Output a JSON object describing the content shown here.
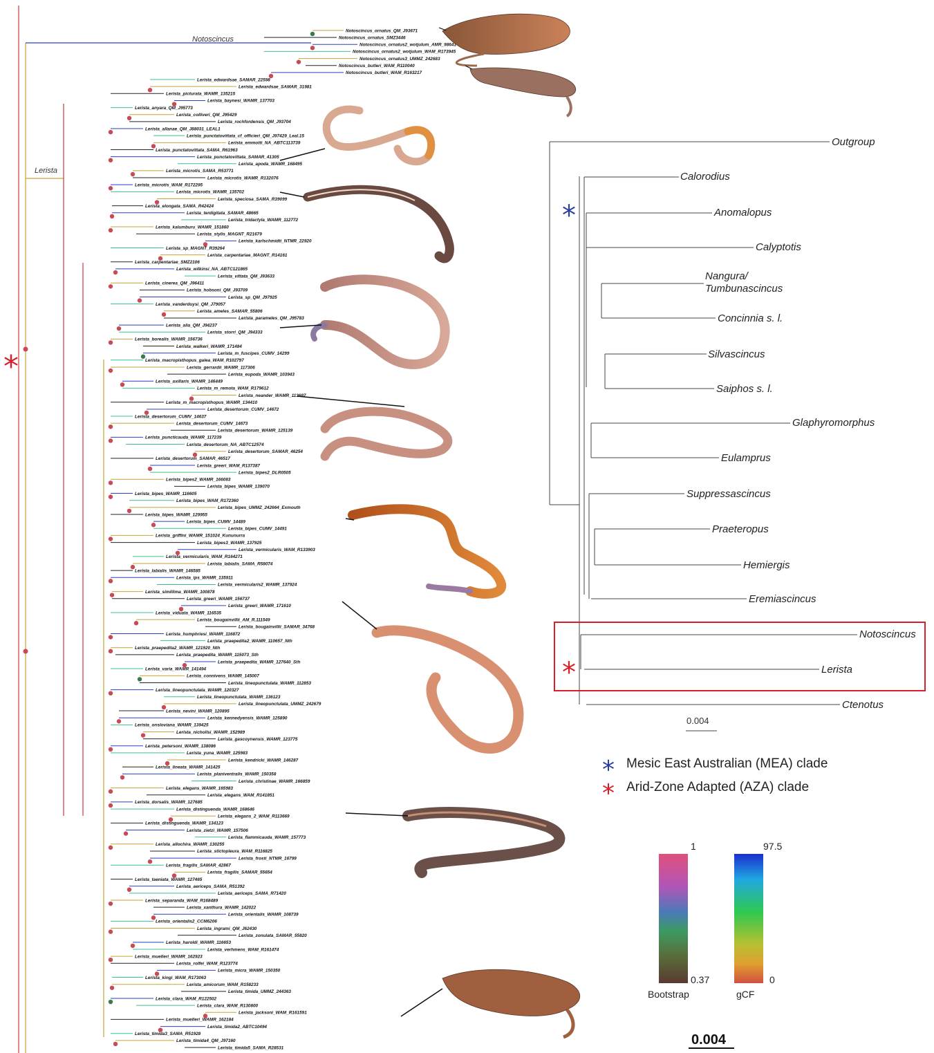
{
  "colors": {
    "asterisk_aza": "#d81e2a",
    "asterisk_mea": "#2b3fa0",
    "highlight_box": "#d81e2a",
    "branch_low_gcf": "#c8a236",
    "branch_mid_gcf": "#3cbf8f",
    "branch_high_gcf": "#2a3fc0",
    "node_high_bootstrap": "#c94a55",
    "node_low_bootstrap": "#3d7a4a"
  },
  "left_tree": {
    "clade_labels": {
      "notoscincus": "Notoscincus",
      "lerista": "Lerista"
    },
    "tips": [
      "Notoscincus_ornatus_QM_J93671",
      "Notoscincus_ornatus_SMZ3446",
      "Notoscincus_ornatus2_wotjulum_AMR_98641",
      "Notoscincus_ornatus2_wotjulum_WAM_R173945",
      "Notoscincus_ornatus3_UMMZ_242683",
      "Notoscincus_butleri_WAM_R110040",
      "Notoscincus_butleri_WAM_R163217",
      "Lerista_edwardsae_SAMAR_22598",
      "Lerista_edwardsae_SAMAR_31981",
      "Lerista_picturata_WAMR_135215",
      "Lerista_baynesi_WAMR_137703",
      "Lerista_anyara_QM_J95773",
      "Lerista_colliveri_QM_J95429",
      "Lerista_rochfordensis_QM_J93704",
      "Lerista_allanae_QM_J88031_LEAL1",
      "Lerista_punctatovittata_cf_officieri_QM_J97429_Leal.15",
      "Lerista_emmotti_NA_ABTC113739",
      "Lerista_punctatovittata_SAMA_R61963",
      "Lerista_punctatovittata_SAMAR_41305",
      "Lerista_apoda_WAMR_168495",
      "Lerista_microtis_SAMA_R53771",
      "Lerista_microtis_WAMR_R132076",
      "Lerista_microtis_WAM_R172295",
      "Lerista_microtis_WAMR_135702",
      "Lerista_speciosa_SAMA_R39099",
      "Lerista_elongata_SAMA_R42424",
      "Lerista_terdigitata_SAMAR_48665",
      "Lerista_tridactyla_WAMR_112772",
      "Lerista_kalumburu_WAMR_151860",
      "Lerista_stylis_MAGNT_R21679",
      "Lerista_karlschmidti_NTMR_22920",
      "Lerista_sp_MAGNT_R39264",
      "Lerista_carpentariae_MAGNT_R14161",
      "Lerista_carpentariae_SMZ2106",
      "Lerista_wilkinsi_NA_ABTC121865",
      "Lerista_vittata_QM_J93633",
      "Lerista_cinerea_QM_J96411",
      "Lerista_hobsoni_QM_J93709",
      "Lerista_sp_QM_J97925",
      "Lerista_vanderduysi_QM_J79057",
      "Lerista_ameles_SAMAR_55806",
      "Lerista_parameles_QM_J95783",
      "Lerista_alia_QM_J94237",
      "Lerista_storri_QM_J94333",
      "Lerista_borealis_WAMR_156736",
      "Lerista_walkeri_WAMR_171484",
      "Lerista_m_fuscipes_CUMV_14299",
      "Lerista_macropisthopus_galea_WAM_R102797",
      "Lerista_gerrardii_WAMR_117306",
      "Lerista_eupoda_WAMR_103943",
      "Lerista_axillaris_WAMR_146449",
      "Lerista_m_remota_WAM_R179612",
      "Lerista_neander_WAMR_113687",
      "Lerista_m_macropisthopus_WAMR_134410",
      "Lerista_desertorum_CUMV_14672",
      "Lerista_desertorum_CUMV_14637",
      "Lerista_desertorum_CUMV_14673",
      "Lerista_desertorum_WAMR_125139",
      "Lerista_puncticauda_WAMR_117239",
      "Lerista_desertorum_NA_ABTC12574",
      "Lerista_desertorum_SAMAR_46254",
      "Lerista_desertorum_SAMAR_46517",
      "Lerista_greeri_WAM_R137387",
      "Lerista_bipes2_DLR0505",
      "Lerista_bipes2_WAMR_166083",
      "Lerista_bipes_WAMR_139070",
      "Lerista_bipes_WAMR_116605",
      "Lerista_bipes_WAM_R172360",
      "Lerista_bipes_UMMZ_242664_Exmouth",
      "Lerista_bipes_WAMR_129955",
      "Lerista_bipes_CUMV_14489",
      "Lerista_bipes_CUMV_14491",
      "Lerista_griffini_WAMR_151024_Kununurra",
      "Lerista_bipes3_WAMR_137925",
      "Lerista_vermicularis_WAM_R133903",
      "Lerista_vermicularis_WAM_R164271",
      "Lerista_labialis_SAMA_R58074",
      "Lerista_labialis_WAMR_146585",
      "Lerista_ips_WAMR_135911",
      "Lerista_vermicularis2_WAMR_137924",
      "Lerista_simillima_WAMR_100878",
      "Lerista_greeri_WAMR_156737",
      "Lerista_greeri_WAMR_171610",
      "Lerista_viduata_WAMR_116535",
      "Lerista_bougainvillii_AM_R.111549",
      "Lerista_bougainvillii_SAMAR_34768",
      "Lerista_humphriesi_WAMR_116872",
      "Lerista_praepedita2_WAMR_110657_Nth",
      "Lerista_praepedita2_WAMR_121920_Nth",
      "Lerista_praepedita_WAMR_115073_Sth",
      "Lerista_praepedita_WAMR_127640_Sth",
      "Lerista_varia_WAMR_141494",
      "Lerista_connivens_WAMR_145007",
      "Lerista_lineopunctulata_WAMR_112853",
      "Lerista_lineopunctulata_WAMR_120327",
      "Lerista_lineopunctulata_WAMR_136123",
      "Lerista_lineopunctulata_UMMZ_242679",
      "Lerista_nevini_WAMR_120895",
      "Lerista_kennedyensis_WAMR_125890",
      "Lerista_onsloviana_WAMR_139425",
      "Lerista_nichollsi_WAMR_152989",
      "Lerista_gascoynensis_WAMR_123775",
      "Lerista_petersoni_WAMR_138086",
      "Lerista_yuna_WAMR_125983",
      "Lerista_kendricki_WAMR_146287",
      "Lerista_lineata_WAMR_141425",
      "Lerista_planiventralis_WAMR_150358",
      "Lerista_christinae_WAMR_166859",
      "Lerista_elegans_WAMR_165983",
      "Lerista_elegans_WAM_R141851",
      "Lerista_dorsalis_WAMR_127685",
      "Lerista_distinguenda_WAMR_168646",
      "Lerista_elegans_2_WAM_R113669",
      "Lerista_distinguenda_WAMR_134123",
      "Lerista_zietzi_WAMR_157506",
      "Lerista_flammicauda_WAMR_157773",
      "Lerista_allochira_WAMR_130255",
      "Lerista_stictopleura_WAM_R116825",
      "Lerista_frosti_NTMR_16799",
      "Lerista_fragilis_SAMAR_42867",
      "Lerista_fragilis_SAMAR_55654",
      "Lerista_taeniata_WAMR_127465",
      "Lerista_aericeps_SAMA_R51392",
      "Lerista_aericeps_SAMA_R71420",
      "Lerista_separanda_WAM_R168489",
      "Lerista_xanthura_WAMR_142022",
      "Lerista_orientalis_WAMR_108739",
      "Lerista_orientalis2_CCM6206",
      "Lerista_ingrami_QM_J62430",
      "Lerista_zonulata_SAMAR_55820",
      "Lerista_haroldi_WAMR_116653",
      "Lerista_verhmens_WAM_R161474",
      "Lerista_muelleri_WAMR_162923",
      "Lerista_rolfei_WAM_R123774",
      "Lerista_micra_WAMR_150350",
      "Lerista_kingi_WAM_R173063",
      "Lerista_amicorum_WAM_R158233",
      "Lerista_timida_UMMZ_244363",
      "Lerista_clara_WAM_R122502",
      "Lerista_clara_WAM_R130800",
      "Lerista_jacksoni_WAM_R161591",
      "Lerista_muelleri_WAMR_162184",
      "Lerista_timida2_ABTC10494",
      "Lerista_timida3_SAMA_R51928",
      "Lerista_timida4_QM_J97160",
      "Lerista_timida5_SAMA_R28531"
    ]
  },
  "right_tree": {
    "tips": [
      "Outgroup",
      "Calorodius",
      "Anomalopus",
      "Calyptotis",
      "Nangura/",
      "Tumbunascincus",
      "Concinnia s. l.",
      "Silvascincus",
      "Saiphos s. l.",
      "Glaphyromorphus",
      "Eulamprus",
      "Suppressascincus",
      "Praeteropus",
      "Hemiergis",
      "Eremiascincus",
      "Notoscincus",
      "Lerista",
      "Ctenotus"
    ],
    "scale_label": "0.004"
  },
  "legend": {
    "mea": "Mesic East Australian (MEA) clade",
    "aza": "Arid-Zone Adapted (AZA) clade"
  },
  "colorbars": {
    "bootstrap": {
      "label": "Bootstrap",
      "max": "1",
      "min": "0.37"
    },
    "gcf": {
      "label": "gCF",
      "max": "97.5",
      "min": "0"
    }
  },
  "scale_bar": "0.004"
}
